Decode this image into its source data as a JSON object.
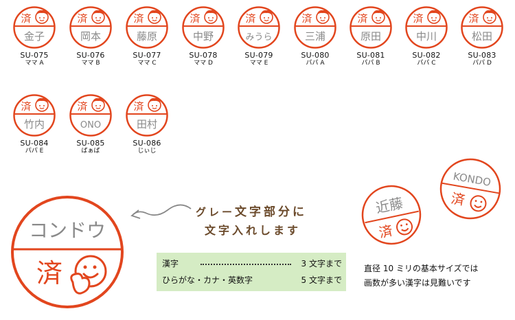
{
  "stamp_colors": {
    "red": "#e2461e",
    "text": "#8a8a8a",
    "face": "#e2461e"
  },
  "stamps": [
    {
      "code": "SU-075",
      "label": "ママ A",
      "name": "金子",
      "face": "mama-a-face-icon"
    },
    {
      "code": "SU-076",
      "label": "ママ B",
      "name": "岡本",
      "face": "mama-b-face-icon"
    },
    {
      "code": "SU-077",
      "label": "ママ C",
      "name": "藤原",
      "face": "mama-c-face-icon"
    },
    {
      "code": "SU-078",
      "label": "ママ D",
      "name": "中野",
      "face": "mama-d-face-icon"
    },
    {
      "code": "SU-079",
      "label": "ママ E",
      "name": "みうら",
      "face": "mama-e-face-icon"
    },
    {
      "code": "SU-080",
      "label": "パパ A",
      "name": "三浦",
      "face": "papa-a-face-icon"
    },
    {
      "code": "SU-081",
      "label": "パパ B",
      "name": "原田",
      "face": "papa-b-face-icon"
    },
    {
      "code": "SU-082",
      "label": "パパ C",
      "name": "中川",
      "face": "papa-c-face-icon"
    },
    {
      "code": "SU-083",
      "label": "パパ D",
      "name": "松田",
      "face": "papa-d-face-icon"
    },
    {
      "code": "SU-084",
      "label": "パパ E",
      "name": "竹内",
      "face": "papa-e-face-icon"
    },
    {
      "code": "SU-085",
      "label": "ばぁば",
      "name": "ONO",
      "face": "grandma-face-icon"
    },
    {
      "code": "SU-086",
      "label": "じぃじ",
      "name": "田村",
      "face": "grandpa-face-icon"
    }
  ],
  "stamp_mark": "済",
  "big_stamp": {
    "name": "コンドウ",
    "mark": "済"
  },
  "instruction": {
    "line1_gray": "グレー",
    "line1_rest": "文字部分に",
    "line2": "文字入れします"
  },
  "limits": [
    {
      "label": "漢字",
      "value": "3 文字まで"
    },
    {
      "label": "ひらがな・カナ・英数字",
      "value": "5 文字まで"
    }
  ],
  "samples": [
    {
      "name": "近藤",
      "mark": "済"
    },
    {
      "name": "KONDO",
      "mark": "済"
    }
  ],
  "note": {
    "line1": "直径 10 ミリの基本サイズでは",
    "line2": "画数が多い漢字は見難いです"
  }
}
